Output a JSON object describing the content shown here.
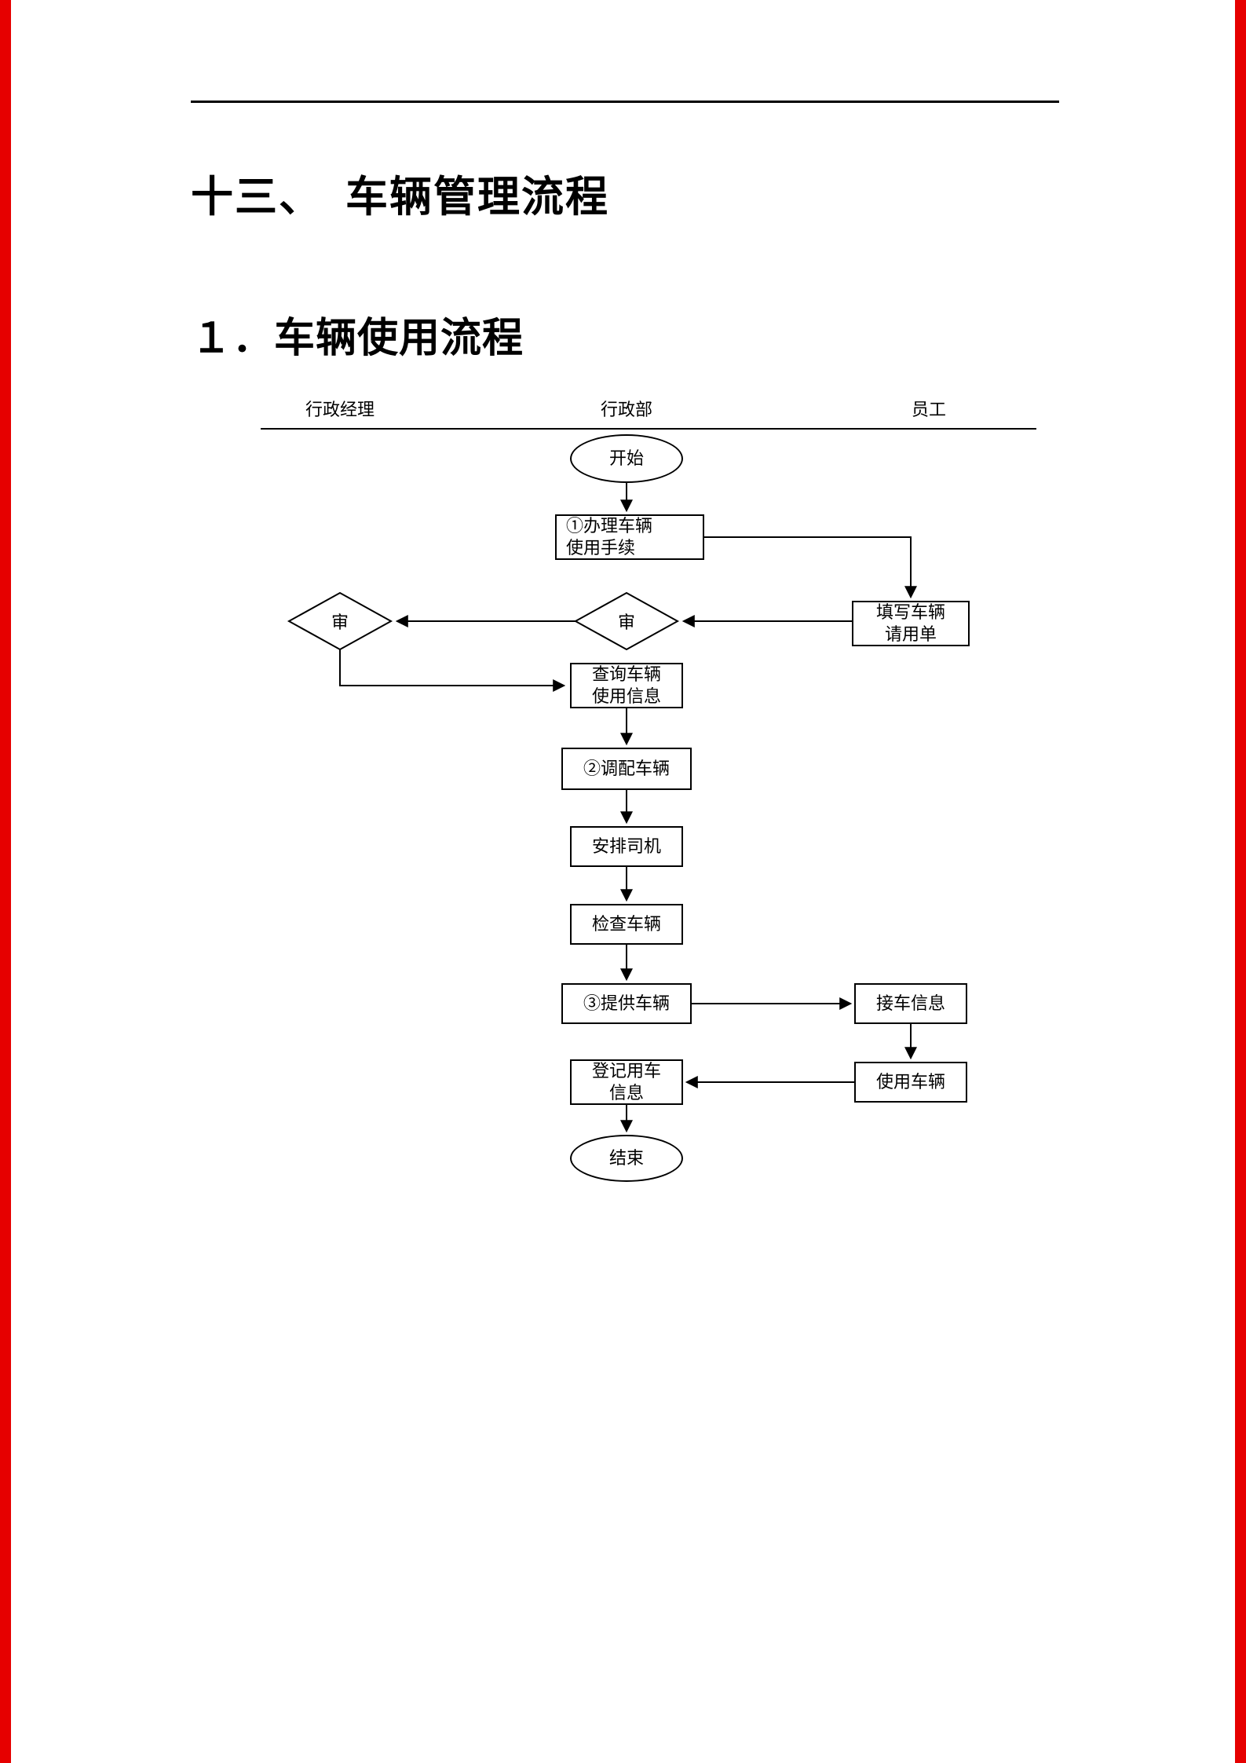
{
  "colors": {
    "page_edge_red": "#e60000",
    "ink": "#000000"
  },
  "page": {
    "heading": "十三、　车辆管理流程",
    "subheading": "１．车辆使用流程"
  },
  "flowchart": {
    "lanes": [
      "行政经理",
      "行政部",
      "员工"
    ],
    "nodes": {
      "start": "开始",
      "handle_1": "①办理车辆",
      "handle_2": "使用手续",
      "fill_1": "填写车辆",
      "fill_2": "请用单",
      "review_center": "审",
      "review_left": "审",
      "query_1": "查询车辆",
      "query_2": "使用信息",
      "dispatch": "②调配车辆",
      "assign_driver": "安排司机",
      "inspect": "检查车辆",
      "provide": "③提供车辆",
      "receive_info": "接车信息",
      "use_vehicle": "使用车辆",
      "register_1": "登记用车",
      "register_2": "信息",
      "end": "结束"
    },
    "edges": [
      {
        "from": "start",
        "to": "handle"
      },
      {
        "from": "handle",
        "to": "fill"
      },
      {
        "from": "fill",
        "to": "review_center"
      },
      {
        "from": "review_center",
        "to": "review_left"
      },
      {
        "from": "review_left",
        "to": "query"
      },
      {
        "from": "query",
        "to": "dispatch"
      },
      {
        "from": "dispatch",
        "to": "assign_driver"
      },
      {
        "from": "assign_driver",
        "to": "inspect"
      },
      {
        "from": "inspect",
        "to": "provide"
      },
      {
        "from": "provide",
        "to": "receive_info"
      },
      {
        "from": "receive_info",
        "to": "use_vehicle"
      },
      {
        "from": "use_vehicle",
        "to": "register"
      },
      {
        "from": "register",
        "to": "end"
      }
    ]
  }
}
